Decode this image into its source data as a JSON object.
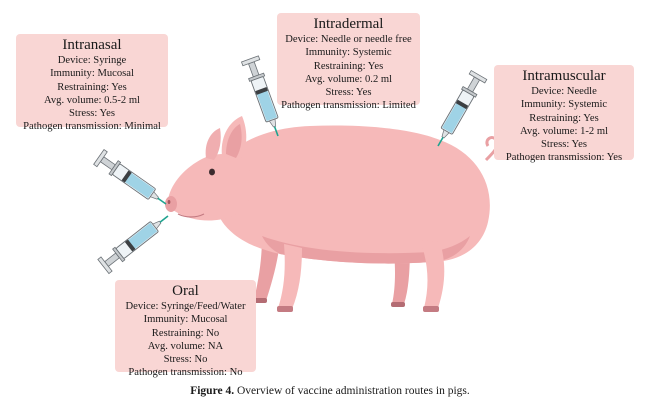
{
  "figure": {
    "caption_label": "Figure 4.",
    "caption_text": " Overview of vaccine administration routes in pigs."
  },
  "routes": {
    "intranasal": {
      "title": "Intranasal",
      "lines": [
        "Device: Syringe",
        "Immunity: Mucosal",
        "Restraining: Yes",
        "Avg. volume: 0.5-2 ml",
        "Stress: Yes",
        "Pathogen transmission: Minimal"
      ]
    },
    "intradermal": {
      "title": "Intradermal",
      "lines": [
        "Device: Needle or needle free",
        "Immunity: Systemic",
        "Restraining: Yes",
        "Avg. volume: 0.2 ml",
        "Stress: Yes",
        "Pathogen transmission: Limited"
      ]
    },
    "intramuscular": {
      "title": "Intramuscular",
      "lines": [
        "Device: Needle",
        "Immunity: Systemic",
        "Restraining: Yes",
        "Avg. volume: 1-2 ml",
        "Stress: Yes",
        "Pathogen transmission: Yes"
      ]
    },
    "oral": {
      "title": "Oral",
      "lines": [
        "Device: Syringe/Feed/Water",
        "Immunity: Mucosal",
        "Restraining: No",
        "Avg. volume: NA",
        "Stress: No",
        "Pathogen transmission: No"
      ]
    }
  },
  "colors": {
    "box_fill": "#f9d6d4",
    "pig_body": "#f6b9b9",
    "pig_shadow": "#e9a0a3",
    "syringe_liquid": "#9fd3e6",
    "needle": "#1fa38f"
  }
}
